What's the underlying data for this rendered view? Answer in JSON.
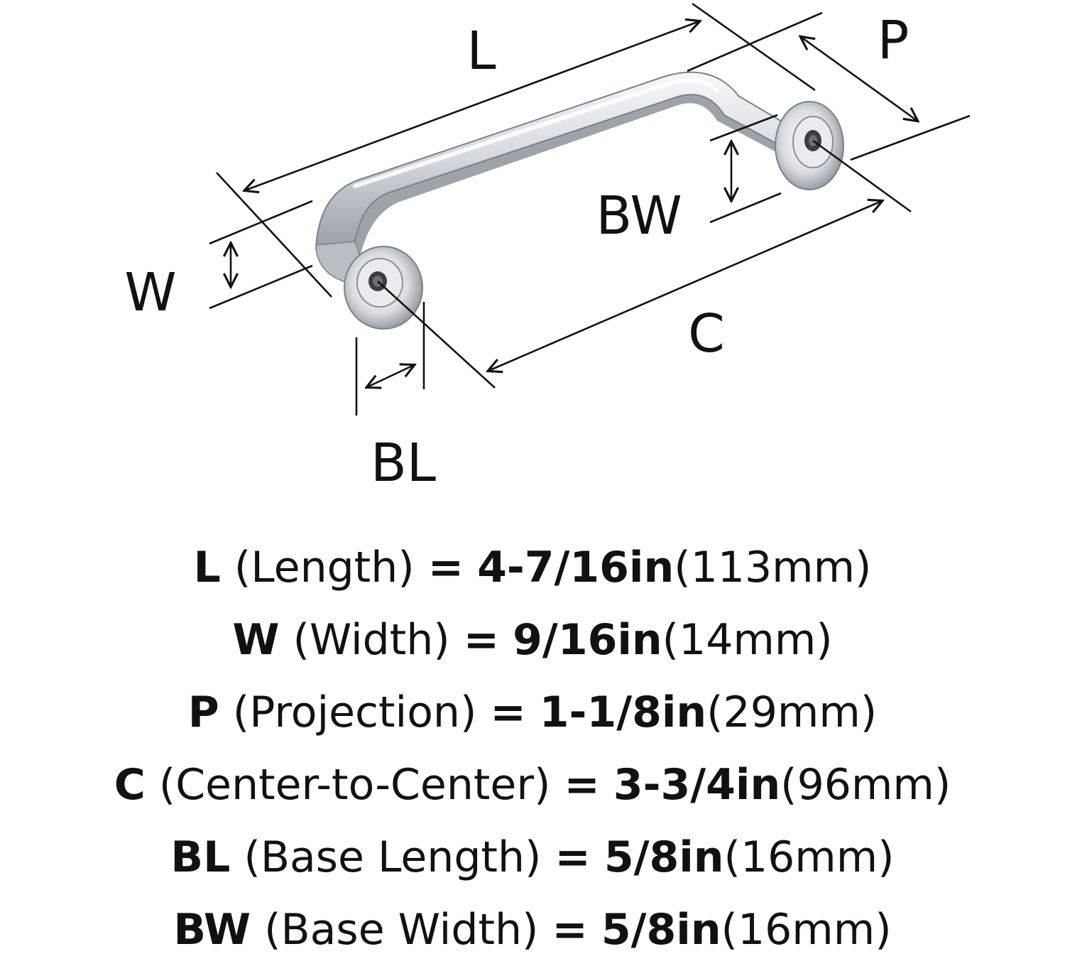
{
  "diagram": {
    "labels": {
      "L": "L",
      "P": "P",
      "BW": "BW",
      "W": "W",
      "C": "C",
      "BL": "BL"
    },
    "colors": {
      "ink": "#111111",
      "chrome_dark": "#8a8f96",
      "chrome_mid": "#c9cdd2",
      "chrome_light": "#f4f6f8"
    }
  },
  "specs": [
    {
      "code": "L",
      "name": "(Length)",
      "eq": "=",
      "imperial": "4-7/16in",
      "metric": "(113mm)"
    },
    {
      "code": "W",
      "name": "(Width)",
      "eq": "=",
      "imperial": "9/16in",
      "metric": "(14mm)"
    },
    {
      "code": "P",
      "name": "(Projection)",
      "eq": "=",
      "imperial": "1-1/8in",
      "metric": "(29mm)"
    },
    {
      "code": "C",
      "name": "(Center-to-Center)",
      "eq": "=",
      "imperial": "3-3/4in",
      "metric": "(96mm)"
    },
    {
      "code": "BL",
      "name": "(Base Length)",
      "eq": "=",
      "imperial": "5/8in",
      "metric": "(16mm)"
    },
    {
      "code": "BW",
      "name": "(Base Width)",
      "eq": "=",
      "imperial": "5/8in",
      "metric": "(16mm)"
    }
  ]
}
